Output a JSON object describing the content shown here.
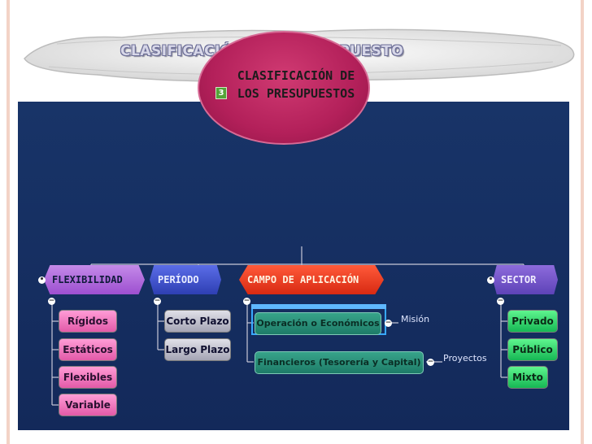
{
  "page_title": "CLASIFICACIÓN DEL PRESUPUESTO",
  "diagram": {
    "center": {
      "line1": "CLASIFICACIÓN DE",
      "line2": "LOS PRESUPUESTOS",
      "badge": "3"
    },
    "categories": [
      {
        "label": "FLEXIBILIDAD",
        "items": [
          "Rígidos",
          "Estáticos",
          "Flexibles",
          "Variable"
        ]
      },
      {
        "label": "PERÍODO",
        "items": [
          "Corto Plazo",
          "Largo Plazo"
        ]
      },
      {
        "label": "CAMPO DE APLICACIÓN",
        "items": [
          "Operación o Económicos",
          "Financieros (Tesorería y Capital)"
        ]
      },
      {
        "label": "SECTOR",
        "items": [
          "Privado",
          "Público",
          "Mixto"
        ]
      }
    ],
    "notes": {
      "mision": "Misión",
      "proyectos": "Proyectos"
    }
  }
}
